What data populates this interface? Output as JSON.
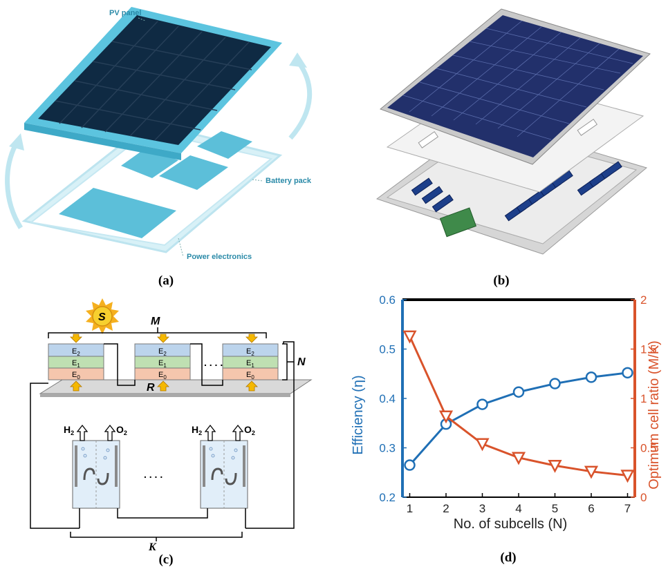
{
  "figure": {
    "captions": {
      "a": "(a)",
      "b": "(b)",
      "c": "(c)",
      "d": "(d)"
    },
    "panel_a": {
      "labels": {
        "pv_panel": "PV panel",
        "battery_pack": "Battery pack",
        "power_electronics": "Power electronics"
      },
      "accent": "#3fb3d1",
      "dark": "#0f2a43"
    },
    "panel_c": {
      "sun_label": "S",
      "m_label": "M",
      "n_label": "N",
      "r_label": "R",
      "k_label": "K",
      "ellipsis_top": ". . . .",
      "ellipsis_bottom": ". . . .",
      "layers": [
        "E",
        "E",
        "E"
      ],
      "layer_subs": [
        "2",
        "1",
        "0"
      ],
      "h2": "H",
      "o2": "O",
      "gas_sub": "2",
      "layer_colors": [
        "#bcd4ec",
        "#bfe0b2",
        "#f5c6ad"
      ]
    }
  },
  "chart_data": {
    "type": "line",
    "xlabel": "No. of subcells (N)",
    "ylabel_left": "Efficiency (η)",
    "ylabel_right": "Optimum cell ratio (M/K)",
    "x": [
      1,
      2,
      3,
      4,
      5,
      6,
      7
    ],
    "xlim": [
      0.8,
      7.2
    ],
    "ylim_left": [
      0.2,
      0.6
    ],
    "ylim_right": [
      0,
      2
    ],
    "xticks": [
      "1",
      "2",
      "3",
      "4",
      "5",
      "6",
      "7"
    ],
    "yticks_left": [
      "0.2",
      "0.3",
      "0.4",
      "0.5",
      "0.6"
    ],
    "yticks_right": [
      "0",
      "0.5",
      "1",
      "1.5",
      "2"
    ],
    "series": [
      {
        "axis": "left",
        "marker": "circle",
        "color": "#1f6fb5",
        "values": [
          0.265,
          0.348,
          0.388,
          0.413,
          0.43,
          0.443,
          0.452
        ]
      },
      {
        "axis": "right",
        "marker": "triangle-down",
        "color": "#d9532b",
        "values": [
          1.63,
          0.82,
          0.54,
          0.4,
          0.32,
          0.26,
          0.22
        ]
      }
    ],
    "grid": false
  }
}
